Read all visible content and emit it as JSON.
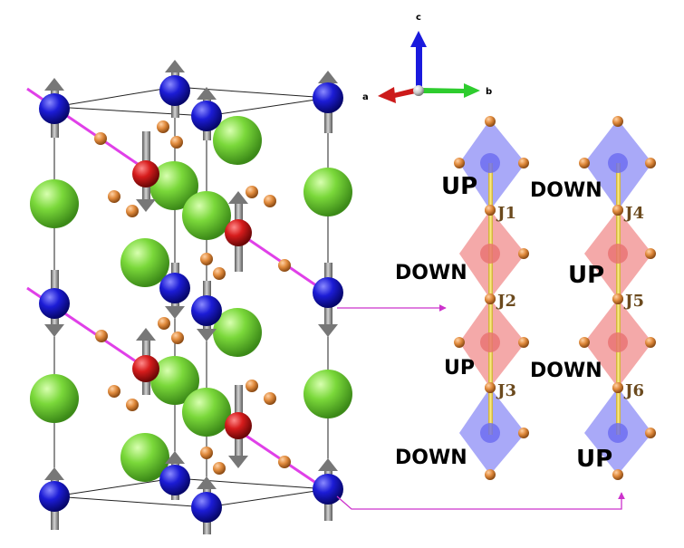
{
  "axes": {
    "a": "a",
    "b": "b",
    "c": "c"
  },
  "chain1": {
    "labels": [
      "UP",
      "DOWN",
      "UP",
      "DOWN"
    ],
    "couplings": [
      "J1",
      "J2",
      "J3"
    ]
  },
  "chain2": {
    "labels": [
      "DOWN",
      "UP",
      "DOWN",
      "UP"
    ],
    "couplings": [
      "J4",
      "J5",
      "J6"
    ]
  },
  "colors": {
    "co_atom": "#1a1acc",
    "fe_atom": "#cc1a1a",
    "large_atom": "#7ad83a",
    "oxygen": "#d8823a",
    "up_octahedron": "#8c8cf5",
    "down_octahedron": "#f08c8c",
    "bond": "#f2d64a",
    "plane_line": "#e040e8",
    "spin_arrow": "#8a8a8a"
  }
}
